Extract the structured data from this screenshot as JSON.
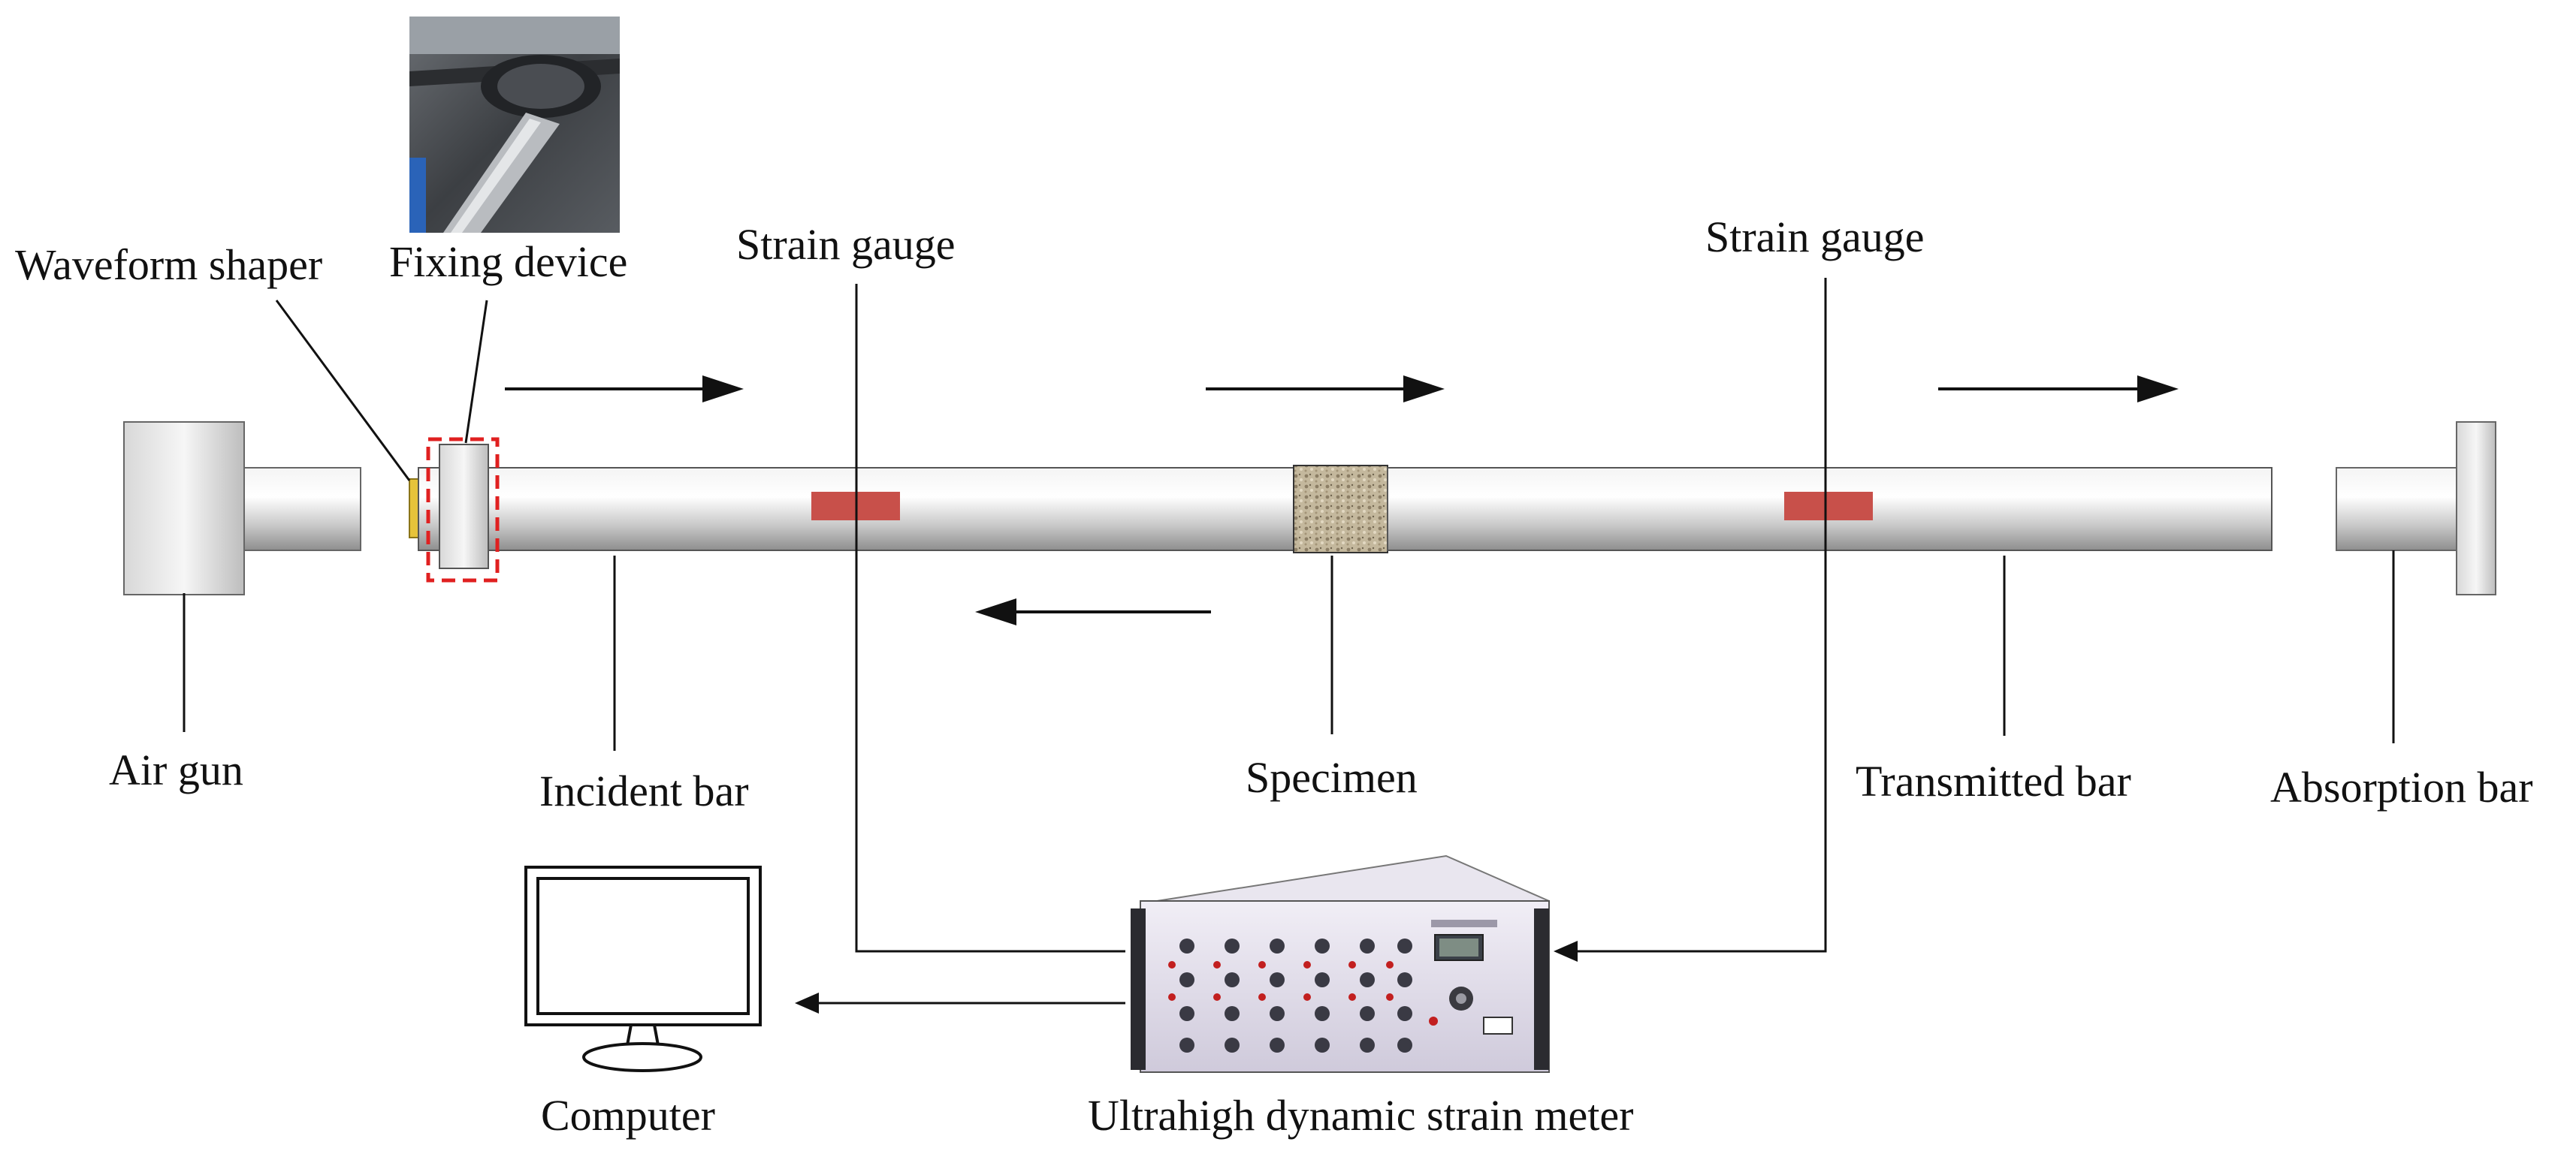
{
  "labels": {
    "waveform_shaper": "Waveform shaper",
    "fixing_device": "Fixing device",
    "strain_gauge_left": "Strain gauge",
    "strain_gauge_right": "Strain gauge",
    "air_gun": "Air gun",
    "incident_bar": "Incident bar",
    "specimen": "Specimen",
    "transmitted_bar": "Transmitted bar",
    "absorption_bar": "Absorption bar",
    "computer": "Computer",
    "strain_meter": "Ultrahigh dynamic strain meter"
  },
  "colors": {
    "strain_gauge": "#c8504a",
    "fixing_device_outline": "#e02020",
    "waveform_shaper": "#e6c33a",
    "bar_metal": "#c9c9c9",
    "line": "#111111"
  },
  "icons": {
    "photo": "fixing-device-photo",
    "computer": "monitor-icon",
    "meter": "strain-meter-device"
  }
}
